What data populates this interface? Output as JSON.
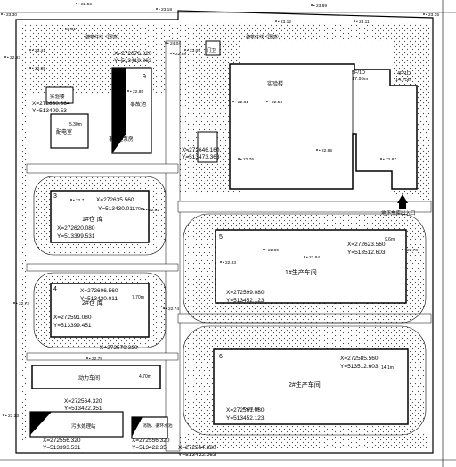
{
  "colors": {
    "ink": "#000000",
    "paper": "#ffffff",
    "hatch": "#555555"
  },
  "buildings": {
    "lab": "实验楼",
    "stairs_a": "5F/1D",
    "height_a": "17.95m",
    "stairs_b": "4F/1D",
    "height_b": "14.75m",
    "garage_entrance": "地下车库出入口",
    "power_room": "配电室",
    "power_height": "5.30m",
    "boiler_room": "实验楼",
    "pool_label": "事故池",
    "pool_pump": "事故池泵房",
    "warehouse_1": "1#仓 库",
    "warehouse_2": "2#仓 库",
    "workshop_1": "1#生产车间",
    "workshop_2": "2#生产车间",
    "power_workshop": "动力车间",
    "sewage": "污水处理站",
    "fire_pool": "消防、循环水池",
    "gate": "门卫",
    "wh1_height": "7.70m",
    "wh2_height": "7.70m",
    "ws1_height": "9.6m",
    "ws2_height": "14.1m",
    "pw_height": "4.70m"
  },
  "redline_labels": {
    "top": "建筑红线（围墙）",
    "top_right": "建筑红线（围墙）"
  },
  "numbers": [
    "1",
    "2",
    "3",
    "4",
    "5",
    "6",
    "9",
    "3",
    "4"
  ],
  "coords": [
    "X=272676.320",
    "Y=513419.363",
    "X=272660.664",
    "Y=513409.53",
    "X=272635.560",
    "Y=513430.011",
    "X=272620.080",
    "Y=513399.531",
    "X=272606.560",
    "Y=513430.011",
    "X=272591.080",
    "Y=513399.451",
    "X=272579.320",
    "X=272564.320",
    "Y=513422.351",
    "X=272556.320",
    "Y=513393.531",
    "X=272556.320",
    "Y=513422.35",
    "X=272564.320",
    "Y=513422.363",
    "X=272623.560",
    "Y=513512.603",
    "X=272599.080",
    "Y=513452.123",
    "X=272585.560",
    "Y=513512.603",
    "X=272561.080",
    "Y=513452.123",
    "X=272646.160",
    "Y=513473.363"
  ],
  "elevations": [
    "23.30",
    "23.31",
    "23.41",
    "22.56",
    "23.18",
    "23.89",
    "23.12",
    "23.11",
    "23.15",
    "22.93",
    "23.05",
    "22.95",
    "22.85",
    "24.04",
    "22.98",
    "22.81",
    "22.56",
    "22.76",
    "22.66",
    "22.87",
    "22.82",
    "22.71",
    "22.89",
    "22.84",
    "22.74",
    "22.83",
    "22.78",
    "22.72",
    "22.79",
    "22.69",
    "23.13"
  ]
}
